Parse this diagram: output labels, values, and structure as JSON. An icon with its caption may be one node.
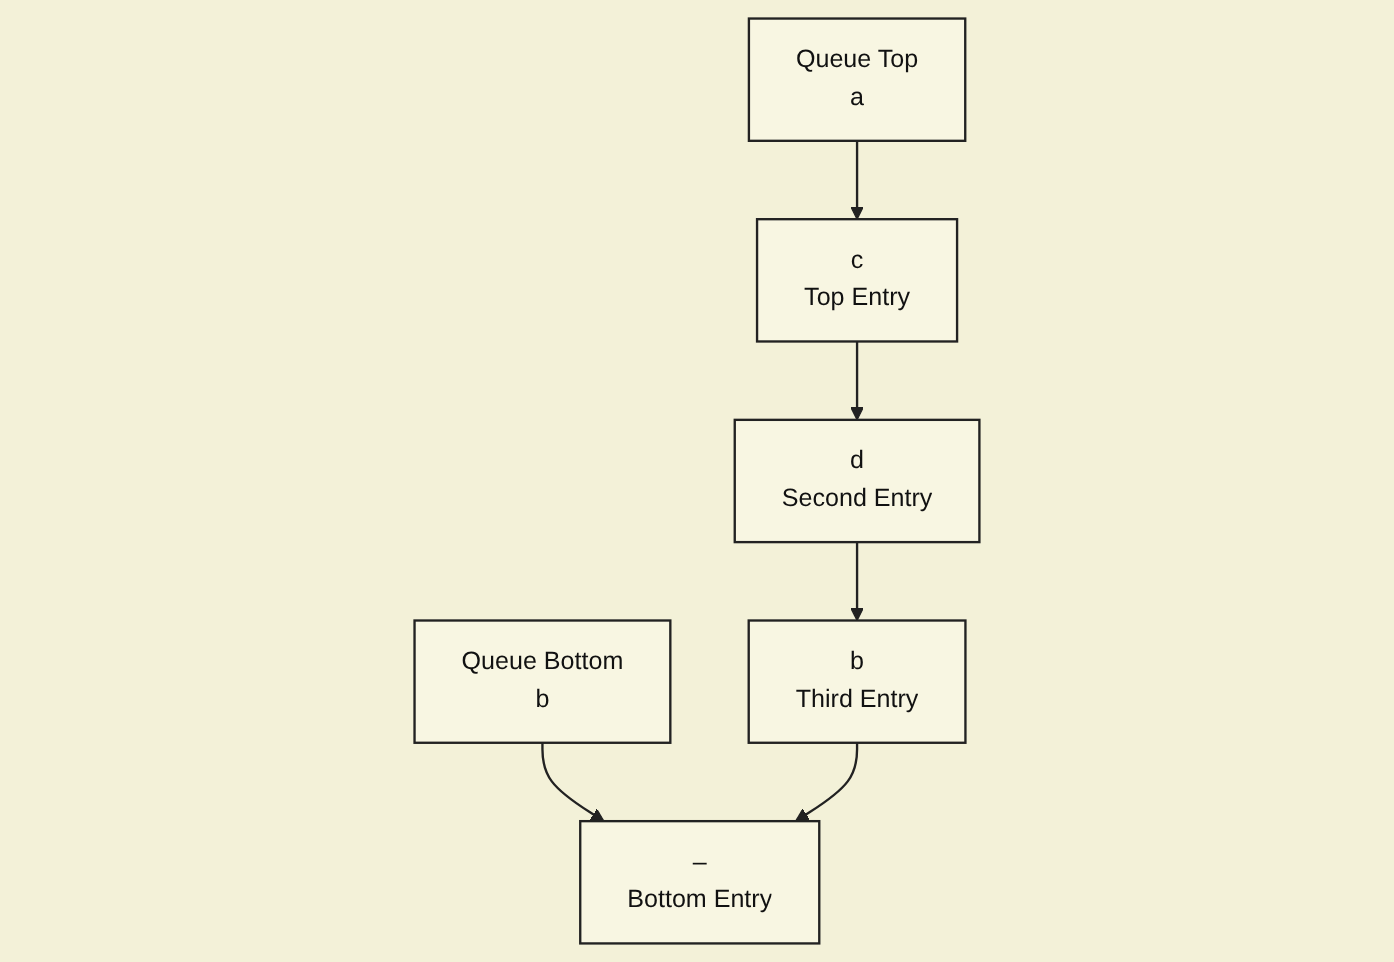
{
  "diagram": {
    "nodes": [
      {
        "text": [
          "Queue Top",
          "a"
        ]
      },
      {
        "text": [
          "Queue Bottom",
          "b"
        ]
      },
      {
        "text": [
          "c",
          "Top Entry"
        ]
      },
      {
        "text": [
          "–",
          "Bottom Entry"
        ]
      },
      {
        "text": [
          "d",
          "Second Entry"
        ]
      },
      {
        "text": [
          "b",
          "Third Entry"
        ]
      }
    ],
    "edges": [
      {
        "from": 0,
        "to": 2,
        "arrow": "to"
      },
      {
        "from": 1,
        "to": 3,
        "arrow": "to"
      },
      {
        "from": 2,
        "to": 4,
        "arrow": "to"
      },
      {
        "from": 4,
        "to": 5,
        "arrow": "to"
      },
      {
        "from": 5,
        "to": 3,
        "arrow": "to"
      }
    ]
  }
}
